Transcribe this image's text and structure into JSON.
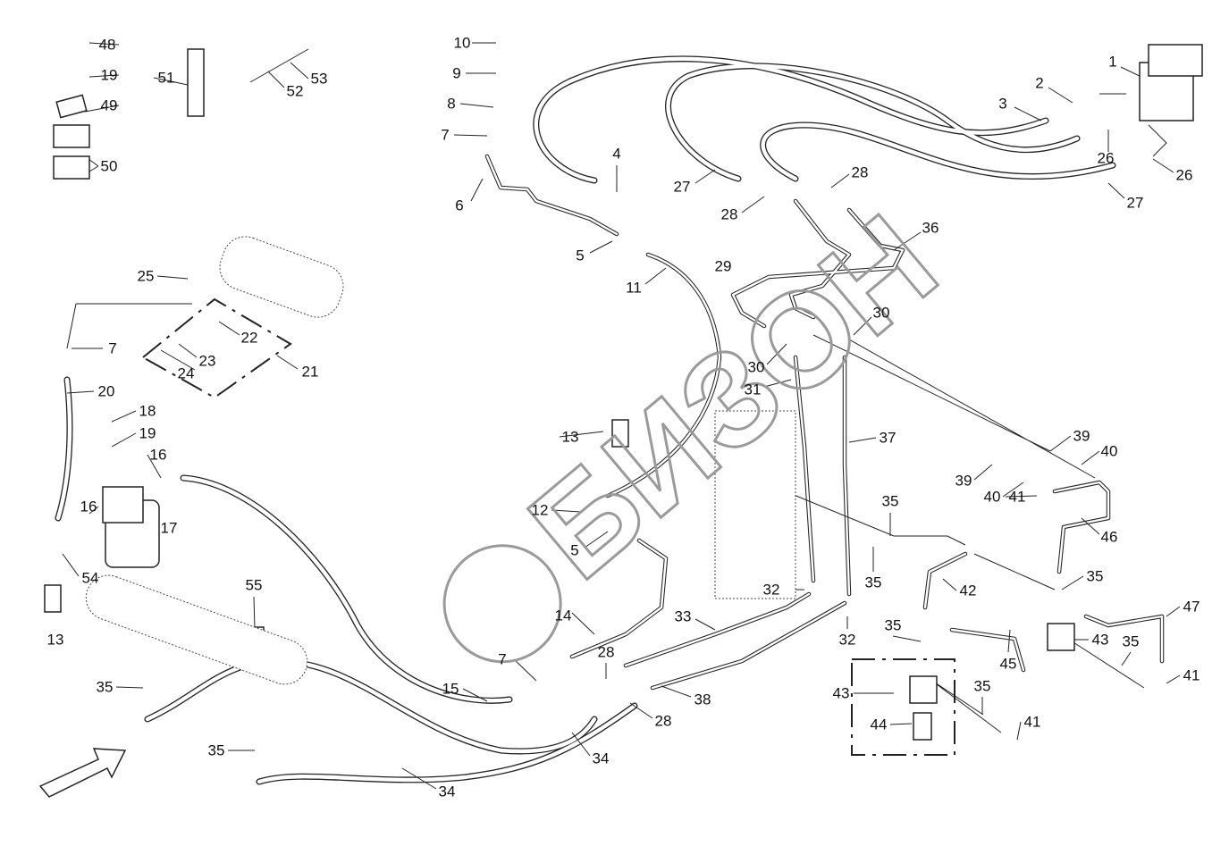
{
  "watermark": {
    "text": "БИЗОН",
    "color": "#9a9a9a"
  },
  "callouts": [
    "48",
    "19",
    "49",
    "50",
    "51",
    "52",
    "53",
    "10",
    "9",
    "8",
    "7",
    "6",
    "4",
    "5",
    "11",
    "27",
    "28",
    "28",
    "3",
    "2",
    "1",
    "26",
    "26",
    "27",
    "36",
    "29",
    "30",
    "30",
    "31",
    "37",
    "25",
    "22",
    "23",
    "24",
    "21",
    "7",
    "20",
    "18",
    "19",
    "16",
    "16",
    "17",
    "54",
    "13",
    "13",
    "12",
    "5",
    "39",
    "40",
    "39",
    "40",
    "41",
    "46",
    "35",
    "35",
    "42",
    "35",
    "47",
    "43",
    "35",
    "41",
    "32",
    "32",
    "14",
    "33",
    "55",
    "35",
    "35",
    "7",
    "28",
    "15",
    "38",
    "28",
    "34",
    "34",
    "35",
    "45",
    "43",
    "35",
    "41",
    "44"
  ]
}
